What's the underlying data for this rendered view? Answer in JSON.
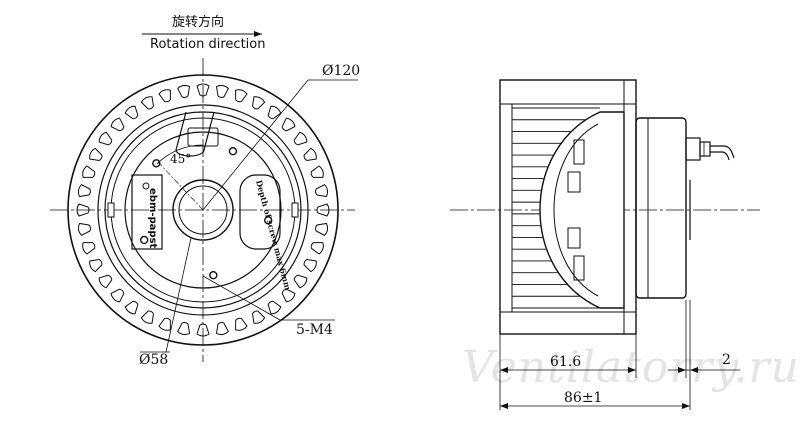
{
  "rotation": {
    "label_cn": "旋转方向",
    "label_en": "Rotation direction"
  },
  "front_view": {
    "diameter_outer_label": "Ø120",
    "diameter_hub_label": "Ø58",
    "mount_label": "5-M4",
    "angle_label": "45°",
    "brand_label": "ebm-papst",
    "depth_note": "Depth of screw max 6mm",
    "blade_count": 40,
    "mount_hole_count": 5
  },
  "side_view": {
    "dim_blade_width": "61.6",
    "dim_total_width": "86±1",
    "dim_gap": "2",
    "fin_count": 18
  },
  "watermark": "Ventilatorry.ru",
  "colors": {
    "line": "#111111",
    "watermark": "#e4e4e4"
  }
}
